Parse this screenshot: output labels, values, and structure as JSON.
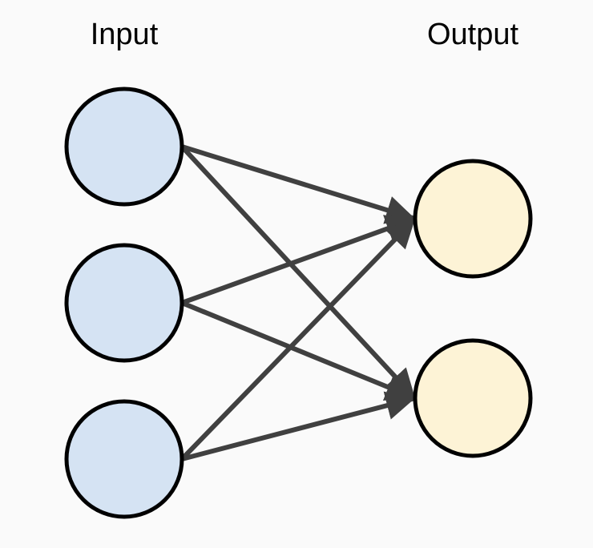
{
  "labels": {
    "input": "Input",
    "output": "Output"
  },
  "colors": {
    "background": "#fafafa",
    "input_fill": "#d5e3f3",
    "output_fill": "#fdf3d6",
    "node_stroke": "#000000",
    "edge": "#404040"
  },
  "layers": [
    {
      "name": "input",
      "node_count": 3
    },
    {
      "name": "output",
      "node_count": 2
    }
  ],
  "edges": [
    {
      "from": "input-1",
      "to": "output-1"
    },
    {
      "from": "input-1",
      "to": "output-2"
    },
    {
      "from": "input-2",
      "to": "output-1"
    },
    {
      "from": "input-2",
      "to": "output-2"
    },
    {
      "from": "input-3",
      "to": "output-1"
    },
    {
      "from": "input-3",
      "to": "output-2"
    }
  ]
}
